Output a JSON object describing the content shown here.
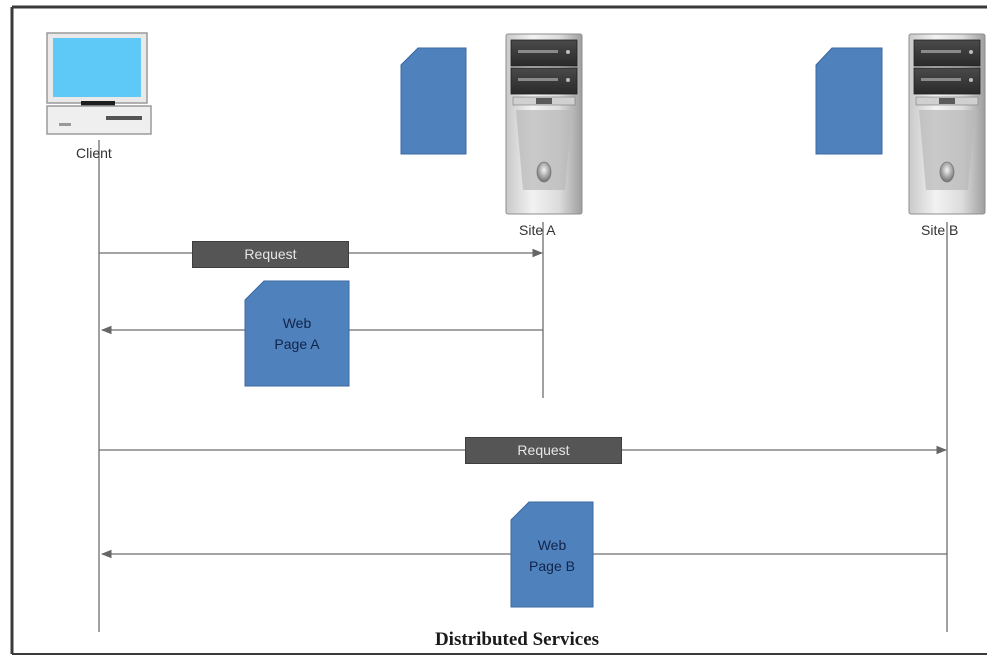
{
  "diagram": {
    "client": {
      "label": "Client"
    },
    "site_a": {
      "label": "Site A"
    },
    "site_b": {
      "label": "Site B"
    },
    "messages": [
      {
        "label": "Request"
      },
      {
        "label": "Web\nPage A"
      },
      {
        "label": "Request"
      },
      {
        "label": "Web\nPage B"
      }
    ],
    "caption": "Distributed Services"
  },
  "colors": {
    "document_blue": "#4f81bd",
    "request_box": "#555555",
    "monitor_screen": "#5ec8f7"
  },
  "icons": [
    "computer-icon",
    "server-icon",
    "document-icon"
  ]
}
